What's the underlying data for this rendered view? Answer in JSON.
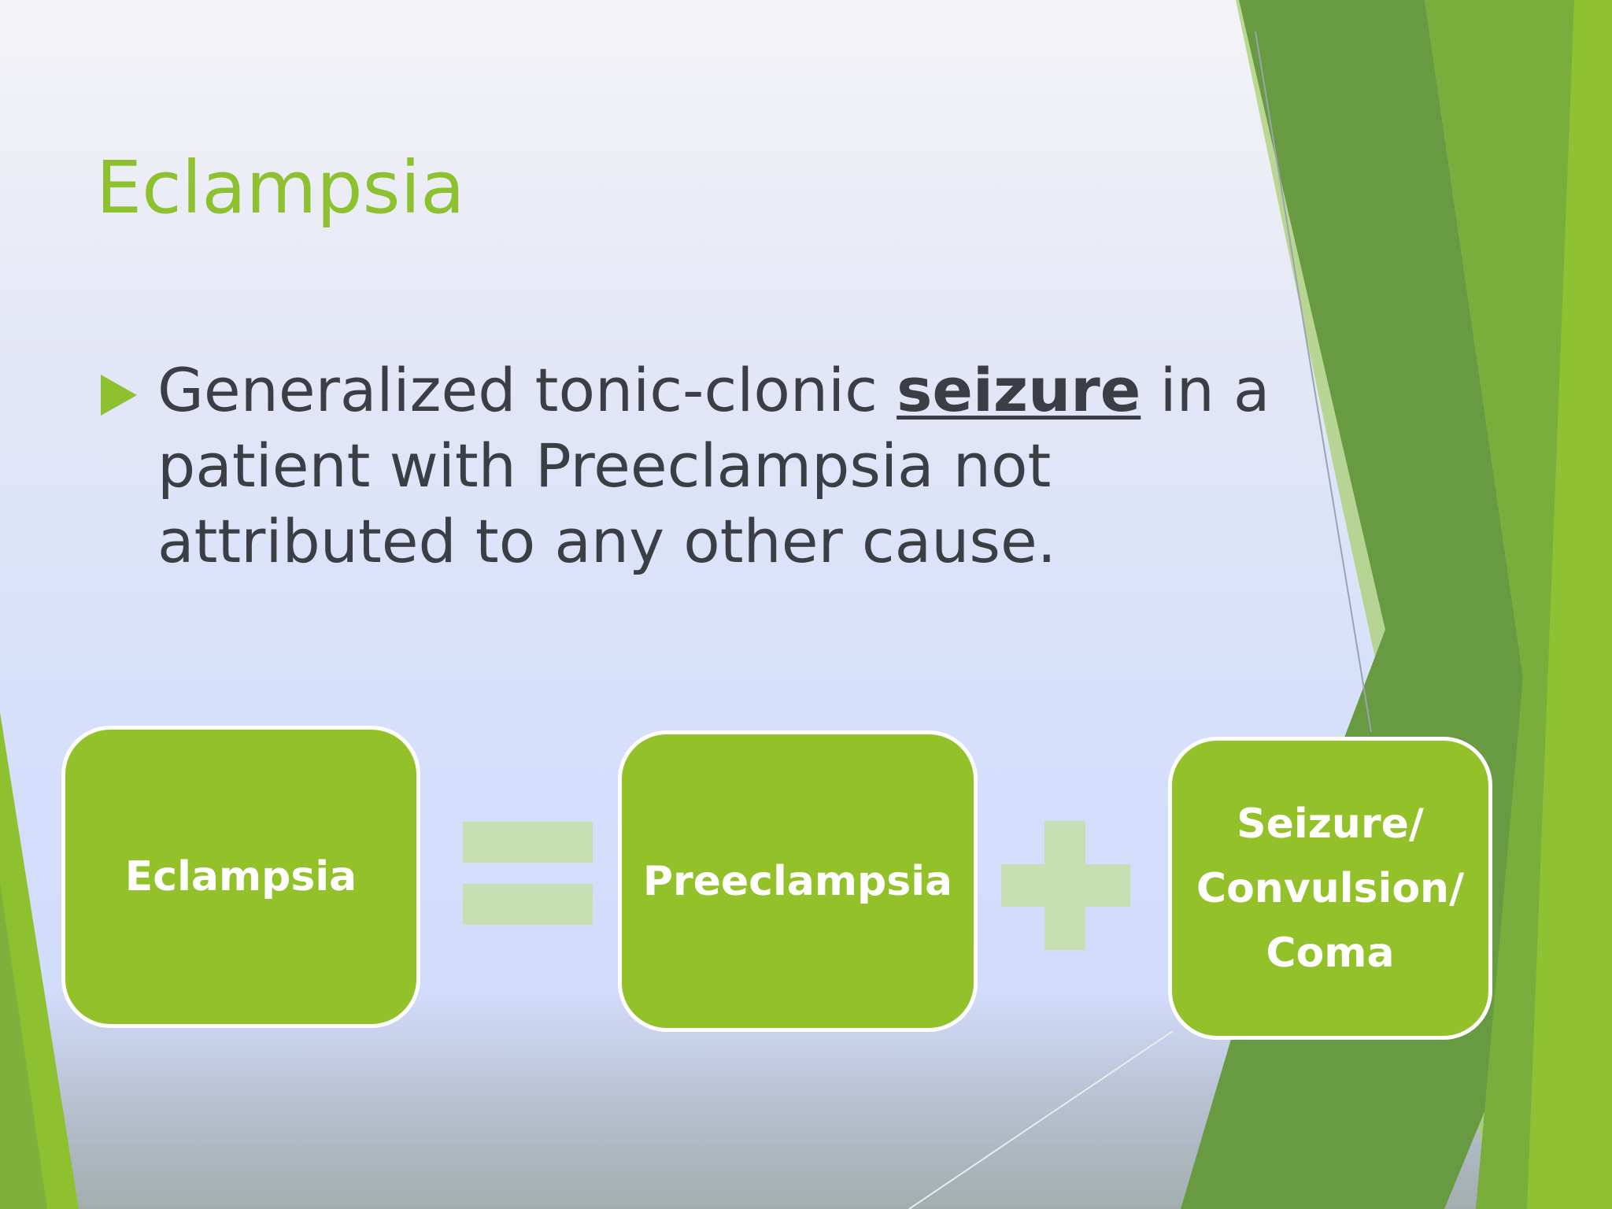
{
  "slide": {
    "title": "Eclampsia",
    "bullet": {
      "marker_icon": "triangle-right-icon",
      "text_before": "Generalized tonic-clonic ",
      "emphasis": "seizure",
      "text_after": " in a patient with Preeclampsia not attributed to any other cause."
    },
    "equation": {
      "term_1": "Eclampsia",
      "operator_1": "equals-icon",
      "term_2": "Preeclampsia",
      "operator_2": "plus-icon",
      "term_3_lines": [
        "Seizure/",
        "Convulsion/",
        "Coma"
      ]
    }
  },
  "colors": {
    "accent_green": "#8dc12f",
    "box_green": "#92c12a",
    "operator_green": "#c6dfb3",
    "body_text": "#3b3e45",
    "dark_green": "#5d9237"
  }
}
